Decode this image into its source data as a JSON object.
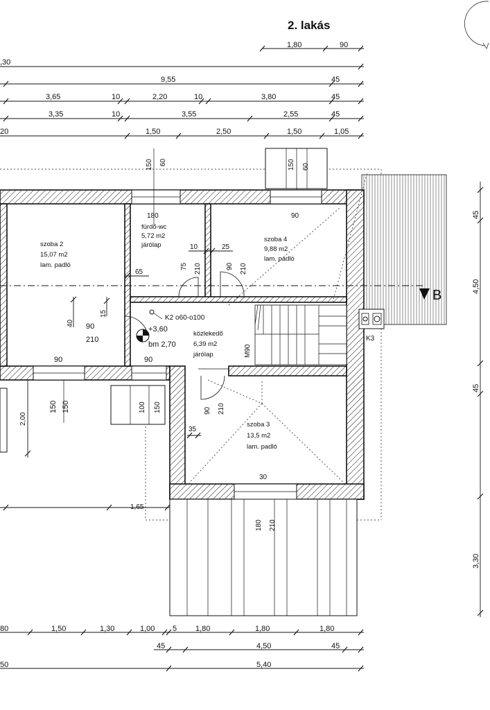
{
  "title": "2. lakás",
  "section_marker": "B",
  "dims_top": {
    "row0": [
      "1,80",
      "90"
    ],
    "row1": [
      ",30"
    ],
    "row2": [
      "9,55",
      "45"
    ],
    "row3": [
      "3,65",
      "10",
      "2,20",
      "10",
      "3,80",
      "45"
    ],
    "row4": [
      "3,35",
      "10",
      "3,55",
      "2,55",
      "45"
    ],
    "row5": [
      "20",
      "1,50",
      "2,50",
      "1,50",
      "1,05"
    ]
  },
  "dims_bottom": {
    "row1": [
      "80",
      "1,50",
      "1,30",
      "1,00",
      "5",
      "1,80",
      "1,80",
      "1,80"
    ],
    "row2": [
      "45",
      "4,50",
      "45"
    ],
    "row3": [
      "50",
      "5,40"
    ]
  },
  "dims_right": [
    "45",
    "4,50",
    "45",
    "3,30"
  ],
  "rooms": {
    "szoba2": {
      "name": "szoba 2",
      "area": "15,07 m2",
      "floor": "lam. padló"
    },
    "furdo": {
      "name": "fürdő-wc",
      "area": "5,72 m2",
      "floor": "járólap"
    },
    "szoba4": {
      "name": "szoba 4",
      "area": "9,88 m2",
      "floor": "lam. padló"
    },
    "kozlekedo": {
      "name": "közlekedő",
      "area": "6,39 m2",
      "floor": "járólap"
    },
    "szoba3": {
      "name": "szoba 3",
      "area": "13,5 m2",
      "floor": "lam. padló"
    }
  },
  "openings": {
    "furdo_window_w": "180",
    "furdo_window_h1": "150",
    "furdo_window_h2": "60",
    "szoba4_window_w": "90",
    "szoba4_window_h1": "150",
    "szoba4_window_h2": "60",
    "furdo_door_w": "75",
    "furdo_door_h": "210",
    "szoba4_door_w": "90",
    "szoba4_door_h": "210",
    "wall_10": "10",
    "wall_25": "25",
    "dim_65": "65",
    "dim_40": "40",
    "dim_15": "15",
    "szoba2_door_w": "90",
    "szoba2_door_h": "210",
    "szoba2_window_w": "90",
    "szoba2_window_h1": "150",
    "szoba2_window_h2": "150",
    "dim_200": "2,00",
    "hall_window_w": "90",
    "hall_window_h1": "100",
    "hall_window_h2": "150",
    "szoba3_door_w": "90",
    "szoba3_door_h": "210",
    "dim_35": "35",
    "szoba3_window_w": "30",
    "szoba3_window_h1": "180",
    "szoba3_window_h2": "210",
    "dim_165": "1,65",
    "stair_note": "M90"
  },
  "annotations": {
    "chimney_k2": "K2 o60-o100",
    "level": "+3,60",
    "height": "bm 2,70",
    "chimney_k3": "K3"
  }
}
